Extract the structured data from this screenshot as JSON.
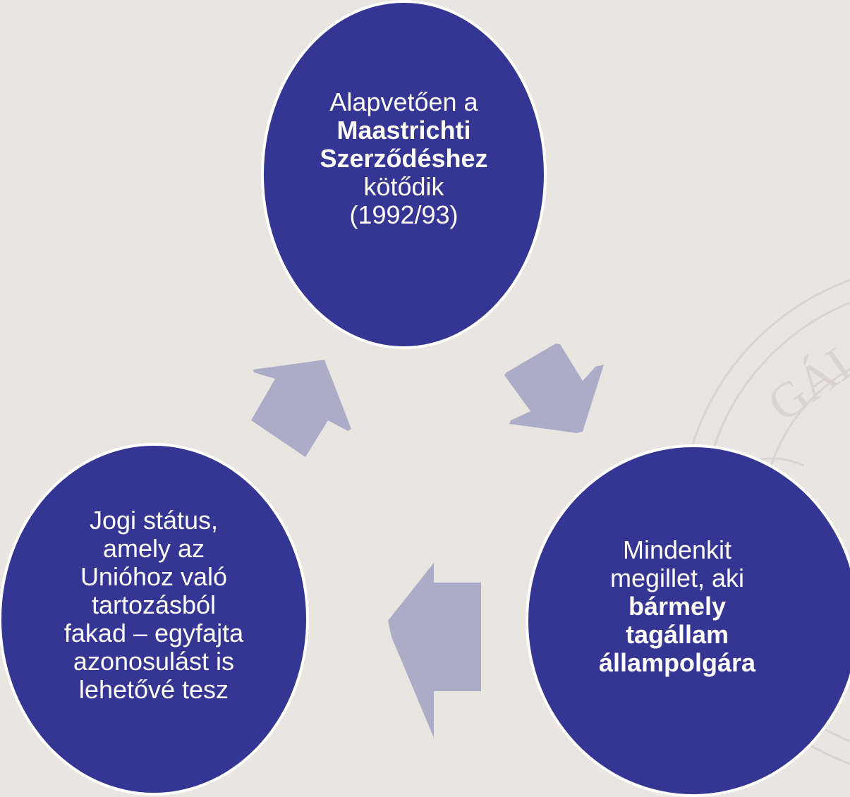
{
  "diagram": {
    "nodes": [
      {
        "id": "top",
        "lines": [
          {
            "text": "Alapvetően a",
            "bold": false
          },
          {
            "text": "Maastrichti",
            "bold": true
          },
          {
            "text": "Szerződéshez",
            "bold": true
          },
          {
            "text": "kötődik",
            "bold": false
          },
          {
            "text": "(1992/93)",
            "bold": false
          }
        ]
      },
      {
        "id": "right",
        "lines": [
          {
            "text": "Mindenkit",
            "bold": false
          },
          {
            "text": "megillet, aki",
            "bold": false
          },
          {
            "text": "bármely",
            "bold": true
          },
          {
            "text": "tagállam",
            "bold": true
          },
          {
            "text": "állampolgára",
            "bold": true
          }
        ]
      },
      {
        "id": "left",
        "lines": [
          {
            "text": "Jogi státus,",
            "bold": false
          },
          {
            "text": "amely az",
            "bold": false
          },
          {
            "text": "Unióhoz való",
            "bold": false
          },
          {
            "text": "tartozásból",
            "bold": false
          },
          {
            "text": "fakad – egyfajta",
            "bold": false
          },
          {
            "text": "azonosulást is",
            "bold": false
          },
          {
            "text": "lehetővé tesz",
            "bold": false
          }
        ]
      }
    ],
    "cycle_arrows": [
      {
        "from": "top",
        "to": "right"
      },
      {
        "from": "right",
        "to": "left"
      },
      {
        "from": "left",
        "to": "top"
      }
    ],
    "colors": {
      "background": "#e9e5e0",
      "node_fill": "#353593",
      "node_border": "#ffffff",
      "node_text": "#ffffff",
      "arrow": "#acacc8",
      "watermark": "#d9d4cf"
    }
  }
}
